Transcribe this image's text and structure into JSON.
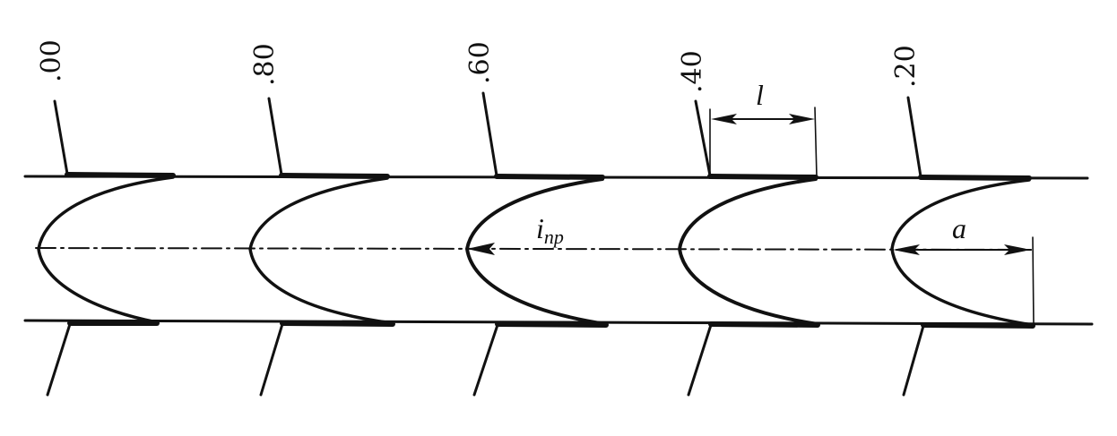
{
  "diagram": {
    "stations": [
      {
        "label": ".00"
      },
      {
        "label": ".80"
      },
      {
        "label": ".60"
      },
      {
        "label": ".40"
      },
      {
        "label": ".20"
      }
    ],
    "dimensions": {
      "l": "l",
      "a": "a",
      "inp_main": "i",
      "inp_sub": "np"
    },
    "colors": {
      "ink": "#111111",
      "background": "#ffffff"
    }
  }
}
